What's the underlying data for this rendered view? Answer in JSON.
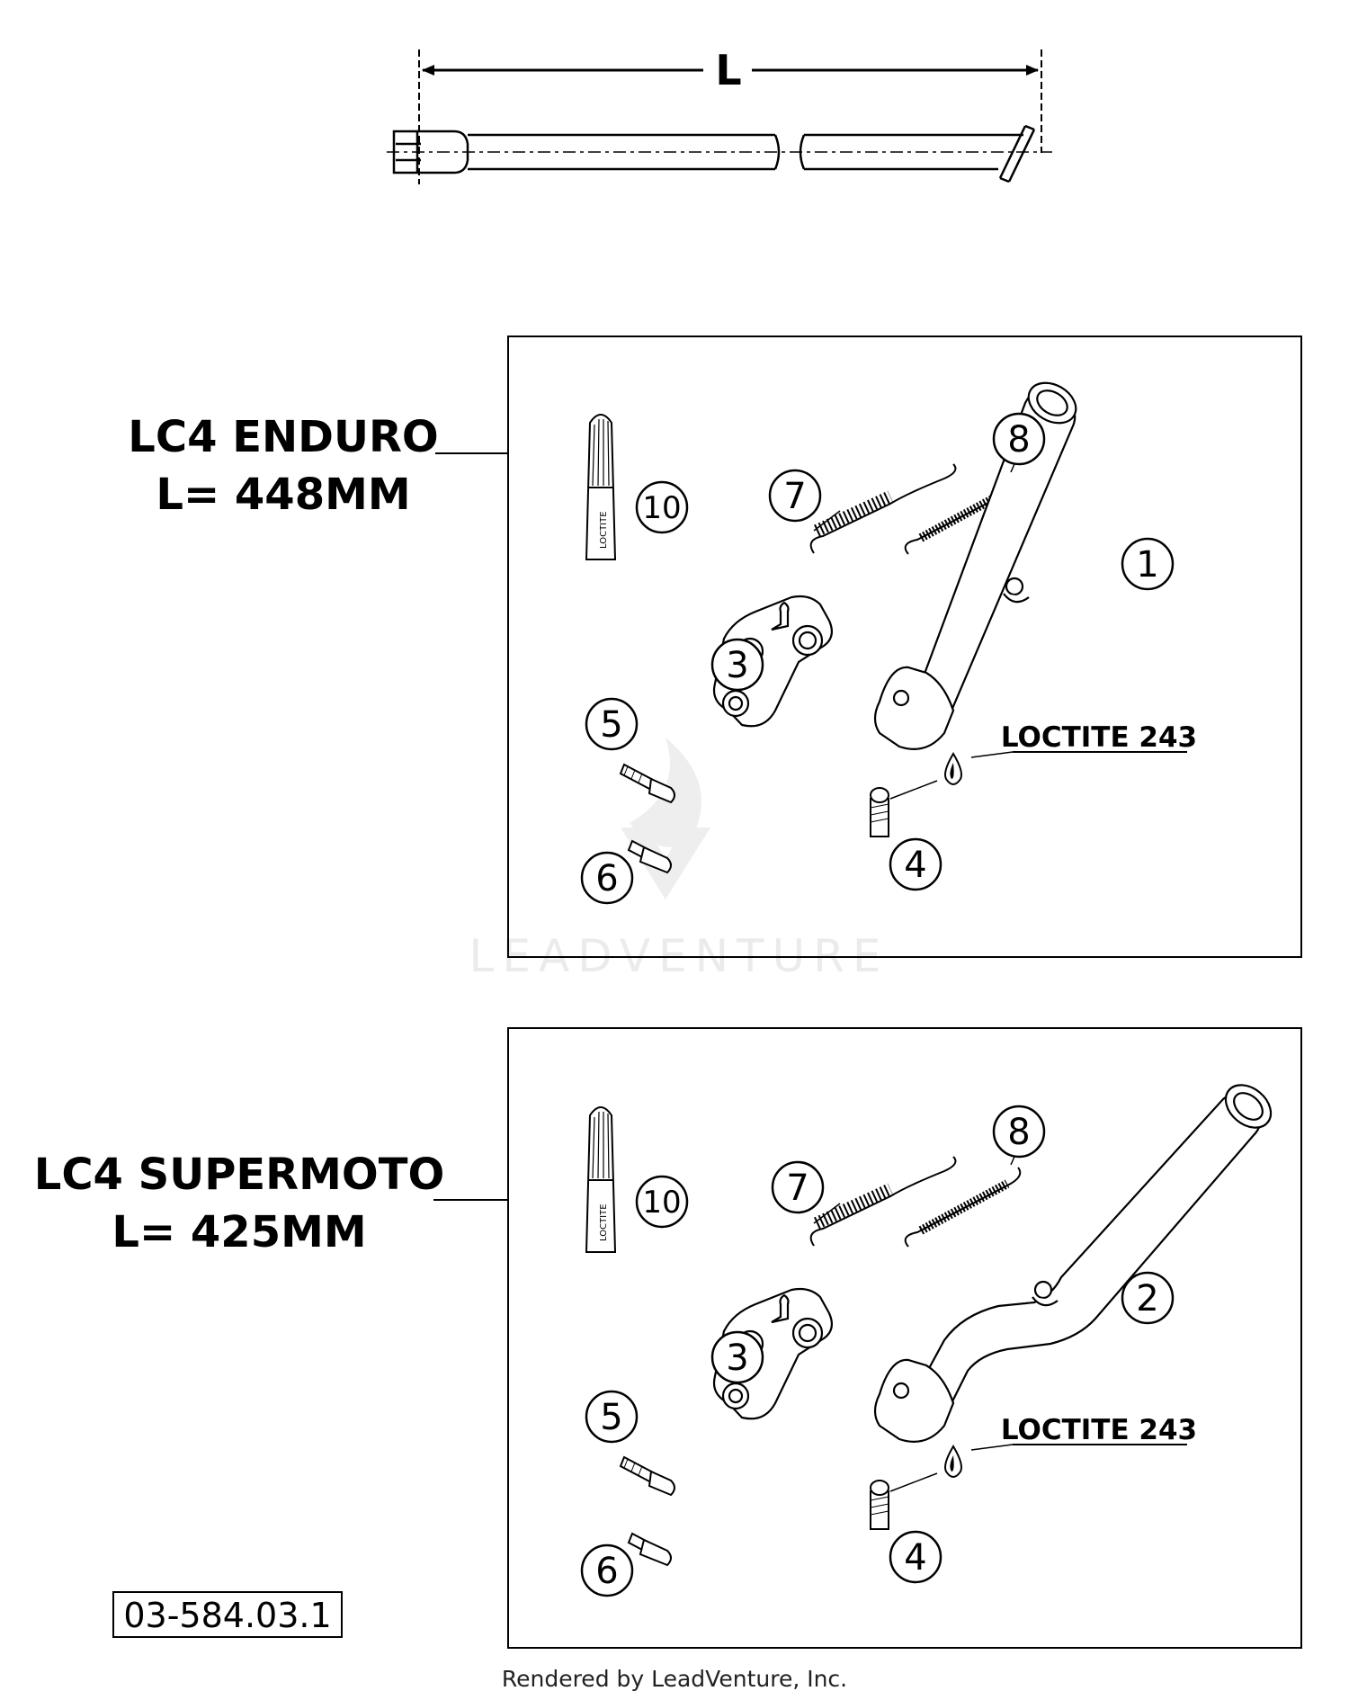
{
  "dimension": {
    "label": "L"
  },
  "sections": [
    {
      "model": "LC4 ENDURO",
      "length": "L= 448MM",
      "callouts": [
        "1",
        "3",
        "4",
        "5",
        "6",
        "7",
        "8",
        "10"
      ],
      "loctite_tube_label": "LOCTITE",
      "loctite_note": "LOCTITE 243"
    },
    {
      "model": "LC4 SUPERMOTO",
      "length": "L= 425MM",
      "callouts": [
        "2",
        "3",
        "4",
        "5",
        "6",
        "7",
        "8",
        "10"
      ],
      "loctite_tube_label": "LOCTITE",
      "loctite_note": "LOCTITE 243"
    }
  ],
  "part_code": "03-584.03.1",
  "watermark": "LEADVENTURE",
  "footer": "Rendered by LeadVenture, Inc."
}
